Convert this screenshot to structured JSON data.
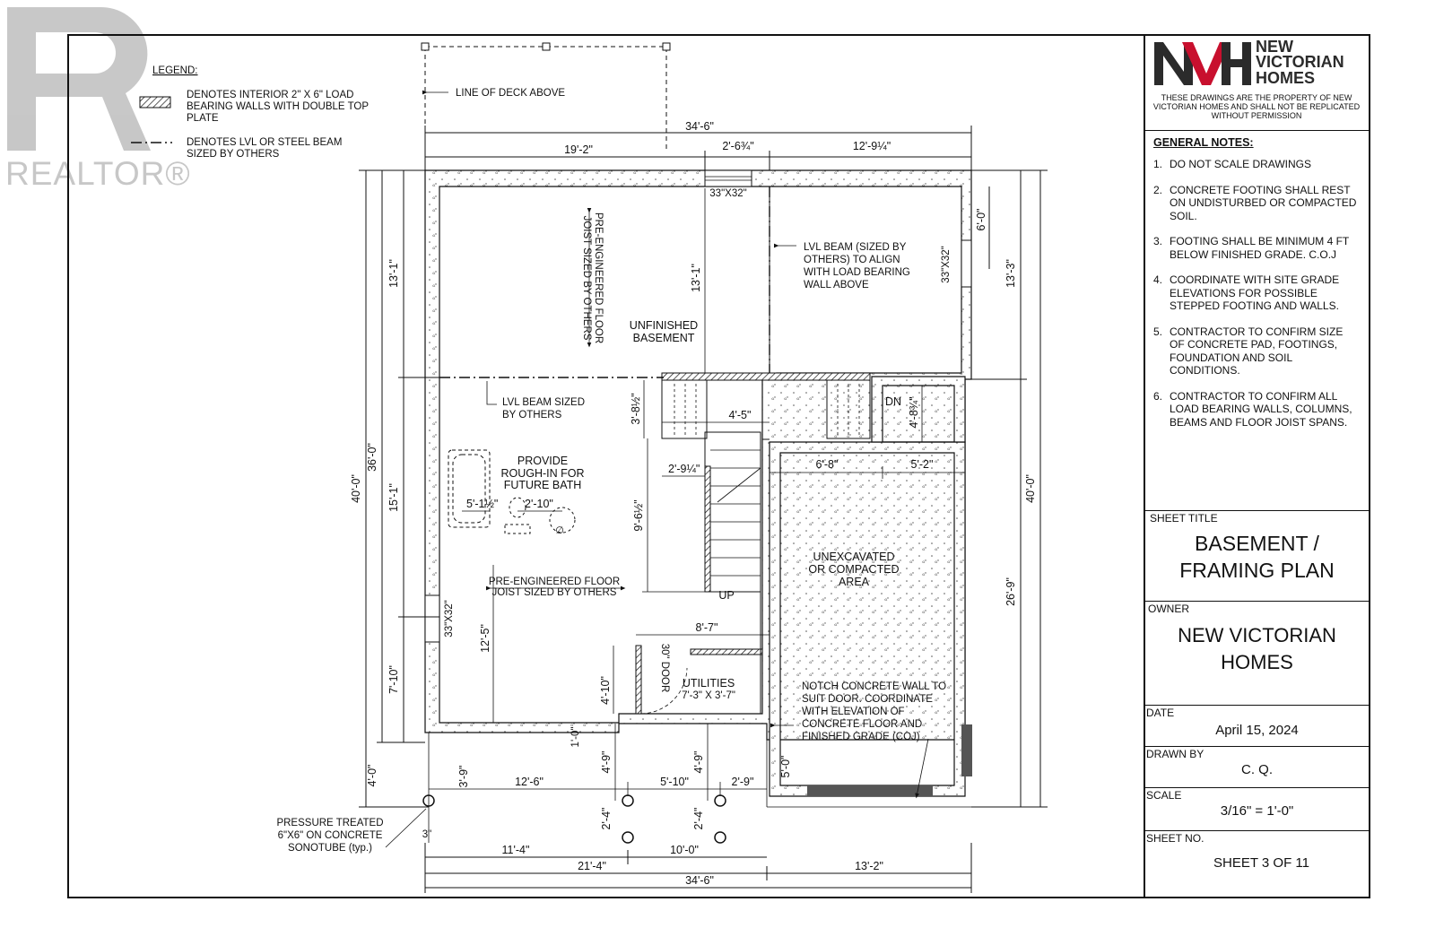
{
  "watermark": "REALTOR®",
  "legend": {
    "title": "LEGEND:",
    "item1": [
      "DENOTES INTERIOR 2\" X 6\" LOAD",
      "BEARING WALLS WITH DOUBLE TOP",
      "PLATE"
    ],
    "item2": [
      "DENOTES LVL OR STEEL BEAM",
      "SIZED BY OTHERS"
    ]
  },
  "plan": {
    "deck_label": "LINE OF DECK ABOVE",
    "rooms": {
      "unfinished_basement": [
        "UNFINISHED",
        "BASEMENT"
      ],
      "rough_in": [
        "PROVIDE",
        "ROUGH-IN FOR",
        "FUTURE BATH"
      ],
      "unexcavated": [
        "UNEXCAVATED",
        "OR COMPACTED",
        "AREA"
      ],
      "utilities": "UTILITIES",
      "utilities_size": "7'-3\" X 3'-7\""
    },
    "notes": {
      "joist_vertical": [
        "PRE-ENGINEERED FLOOR",
        "JOIST SIZED BY OTHERS"
      ],
      "joist_horizontal": [
        "PRE-ENGINEERED FLOOR",
        "JOIST SIZED BY OTHERS"
      ],
      "lvl_beam_align": [
        "LVL BEAM (SIZED BY",
        "OTHERS) TO ALIGN",
        "WITH LOAD BEARING",
        "WALL ABOVE"
      ],
      "lvl_beam_left": [
        "LVL BEAM SIZED",
        "BY OTHERS"
      ],
      "notch": [
        "NOTCH CONCRETE WALL TO",
        "SUIT DOOR. COORDINATE",
        "WITH ELEVATION OF",
        "CONCRETE FLOOR AND",
        "FINISHED GRADE (COJ)"
      ],
      "sonotube": [
        "PRESSURE TREATED",
        "6\"X6\" ON CONCRETE",
        "SONOTUBE (typ.)"
      ],
      "dn": "DN",
      "up": "UP",
      "door": "30\" DOOR"
    },
    "windows": {
      "top": "33\"X32\"",
      "right": "33\"X32\"",
      "left": "33\"X32\""
    },
    "dims": {
      "overall_top": "34'-6\"",
      "top_a": "19'-2\"",
      "top_b": "2'-6¾\"",
      "top_c": "12'-9¼\"",
      "left_overall": "40'-0\"",
      "left_36": "36'-0\"",
      "left_13_1": "13'-1\"",
      "left_15_1": "15'-1\"",
      "left_7_10": "7'-10\"",
      "left_4_0": "4'-0\"",
      "right_40": "40'-0\"",
      "right_13_3": "13'-3\"",
      "right_26_9": "26'-9\"",
      "right_6_0": "6'-0\"",
      "inner_13_1": "13'-1\"",
      "stair_3_8": "3'-8½\"",
      "stair_4_5": "4'-5\"",
      "stair_2_9": "2'-9¼\"",
      "stair_9_6": "9'-6½\"",
      "dn_4_8": "4'-8¾\"",
      "room_6_8": "6'-8\"",
      "room_5_2": "5'-2\"",
      "bath_5_1": "5'-1½\"",
      "bath_2_10": "2'-10\"",
      "bed_12_5": "12'-5\"",
      "util_8_7": "8'-7\"",
      "util_4_10": "4'-10\"",
      "jog_1_0": "1'-0\"",
      "deck_3_9": "3'-9\"",
      "deck_12_6": "12'-6\"",
      "deck_5_10": "5'-10\"",
      "deck_2_9": "2'-9\"",
      "deck_4_9a": "4'-9\"",
      "deck_4_9b": "4'-9\"",
      "deck_5_0": "5'-0\"",
      "post_2_4a": "2'-4\"",
      "post_2_4b": "2'-4\"",
      "post_3": "3\"",
      "bottom_11_4": "11'-4\"",
      "bottom_10_0": "10'-0\"",
      "bottom_21_4": "21'-4\"",
      "bottom_13_2": "13'-2\"",
      "bottom_34_6": "34'-6\""
    }
  },
  "titleblock": {
    "logo_letters": "NVH",
    "logo_words": [
      "NEW",
      "VICTORIAN",
      "HOMES"
    ],
    "property_notice": [
      "THESE DRAWINGS ARE THE PROPERTY OF NEW",
      "VICTORIAN HOMES AND SHALL NOT BE REPLICATED",
      "WITHOUT PERMISSION"
    ],
    "general_notes_title": "GENERAL NOTES:",
    "general_notes": [
      [
        "1.",
        "DO NOT SCALE DRAWINGS"
      ],
      [
        "2.",
        "CONCRETE FOOTING SHALL REST",
        "ON UNDISTURBED OR COMPACTED",
        "SOIL."
      ],
      [
        "3.",
        "FOOTING SHALL BE MINIMUM 4 FT",
        "BELOW FINISHED GRADE. C.O.J"
      ],
      [
        "4.",
        "COORDINATE WITH SITE GRADE",
        "ELEVATIONS FOR POSSIBLE",
        "STEPPED FOOTING AND WALLS."
      ],
      [
        "5.",
        "CONTRACTOR TO CONFIRM SIZE",
        "OF CONCRETE PAD, FOOTINGS,",
        "FOUNDATION AND SOIL",
        "CONDITIONS."
      ],
      [
        "6.",
        "CONTRACTOR TO CONFIRM ALL",
        "LOAD BEARING WALLS, COLUMNS,",
        "BEAMS AND FLOOR JOIST SPANS."
      ]
    ],
    "sheet_title_label": "SHEET TITLE",
    "sheet_title": [
      "BASEMENT /",
      "FRAMING PLAN"
    ],
    "owner_label": "OWNER",
    "owner": [
      "NEW VICTORIAN",
      "HOMES"
    ],
    "date_label": "DATE",
    "date": "April 15, 2024",
    "drawn_by_label": "DRAWN BY",
    "drawn_by": "C. Q.",
    "scale_label": "SCALE",
    "scale": "3/16\" = 1'-0\"",
    "sheet_no_label": "SHEET NO.",
    "sheet_no": "SHEET 3 OF 11"
  },
  "colors": {
    "ink": "#111111",
    "logo_red": "#c8102e",
    "logo_dark": "#2b2b2b",
    "watermark": "#9a9a9a"
  }
}
